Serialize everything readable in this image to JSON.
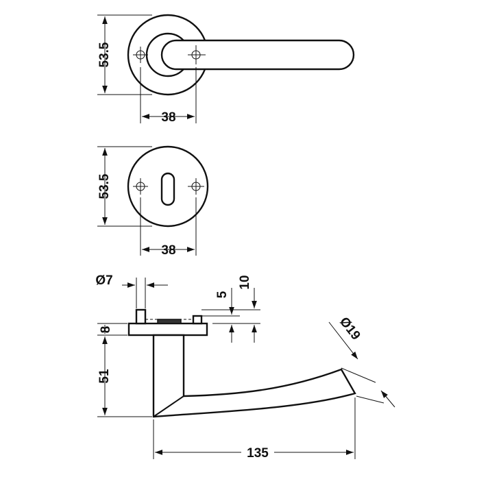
{
  "drawing": {
    "top_view": {
      "height_label": "53.5",
      "width_label": "38"
    },
    "middle_view": {
      "height_label": "53.5",
      "width_label": "38"
    },
    "side_view": {
      "pin_diameter_label": "Ø7",
      "dim_5_label": "5",
      "dim_10_label": "10",
      "rose_height_label": "8",
      "lever_height_label": "51",
      "grip_diameter_label": "Ø19",
      "length_label": "135"
    },
    "colors": {
      "line": "#111111",
      "background": "#ffffff"
    }
  }
}
